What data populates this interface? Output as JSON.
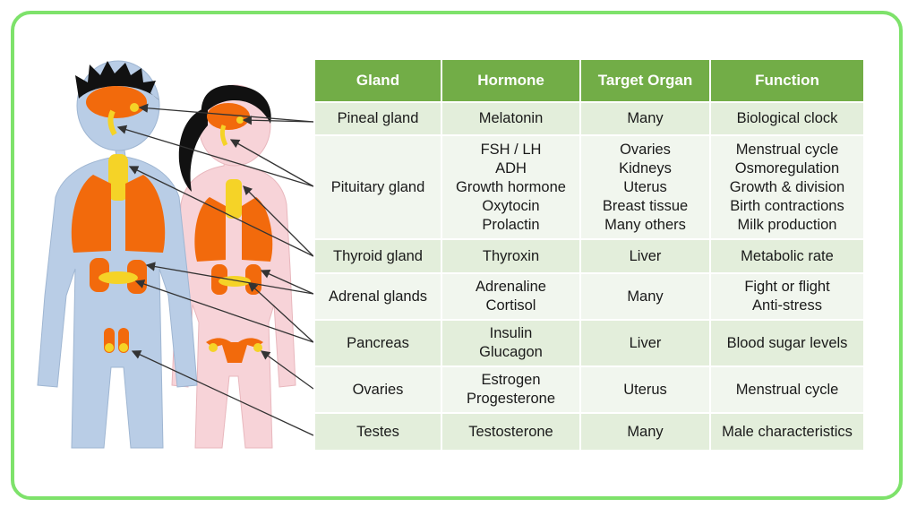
{
  "table": {
    "headers": [
      "Gland",
      "Hormone",
      "Target Organ",
      "Function"
    ],
    "rows": [
      {
        "gland": "Pineal gland",
        "hormone": [
          "Melatonin"
        ],
        "target": [
          "Many"
        ],
        "function": [
          "Biological clock"
        ]
      },
      {
        "gland": "Pituitary gland",
        "hormone": [
          "FSH / LH",
          "ADH",
          "Growth hormone",
          "Oxytocin",
          "Prolactin"
        ],
        "target": [
          "Ovaries",
          "Kidneys",
          "Uterus",
          "Breast tissue",
          "Many others"
        ],
        "function": [
          "Menstrual cycle",
          "Osmoregulation",
          "Growth & division",
          "Birth contractions",
          "Milk production"
        ]
      },
      {
        "gland": "Thyroid gland",
        "hormone": [
          "Thyroxin"
        ],
        "target": [
          "Liver"
        ],
        "function": [
          "Metabolic rate"
        ]
      },
      {
        "gland": "Adrenal glands",
        "hormone": [
          "Adrenaline",
          "Cortisol"
        ],
        "target": [
          "Many"
        ],
        "function": [
          "Fight or flight",
          "Anti-stress"
        ]
      },
      {
        "gland": "Pancreas",
        "hormone": [
          "Insulin",
          "Glucagon"
        ],
        "target": [
          "Liver"
        ],
        "function": [
          "Blood sugar levels"
        ]
      },
      {
        "gland": "Ovaries",
        "hormone": [
          "Estrogen",
          "Progesterone"
        ],
        "target": [
          "Uterus"
        ],
        "function": [
          "Menstrual cycle"
        ]
      },
      {
        "gland": "Testes",
        "hormone": [
          "Testosterone"
        ],
        "target": [
          "Many"
        ],
        "function": [
          "Male characteristics"
        ]
      }
    ]
  },
  "colors": {
    "header": "#72ad47",
    "row_light": "#e3eedb",
    "row_lighter": "#f1f6ee",
    "border": "#7ee26b",
    "male_body": "#b9cde6",
    "female_body": "#f7d3d8",
    "organ": "#f26a0c",
    "gland": "#f5d327"
  }
}
